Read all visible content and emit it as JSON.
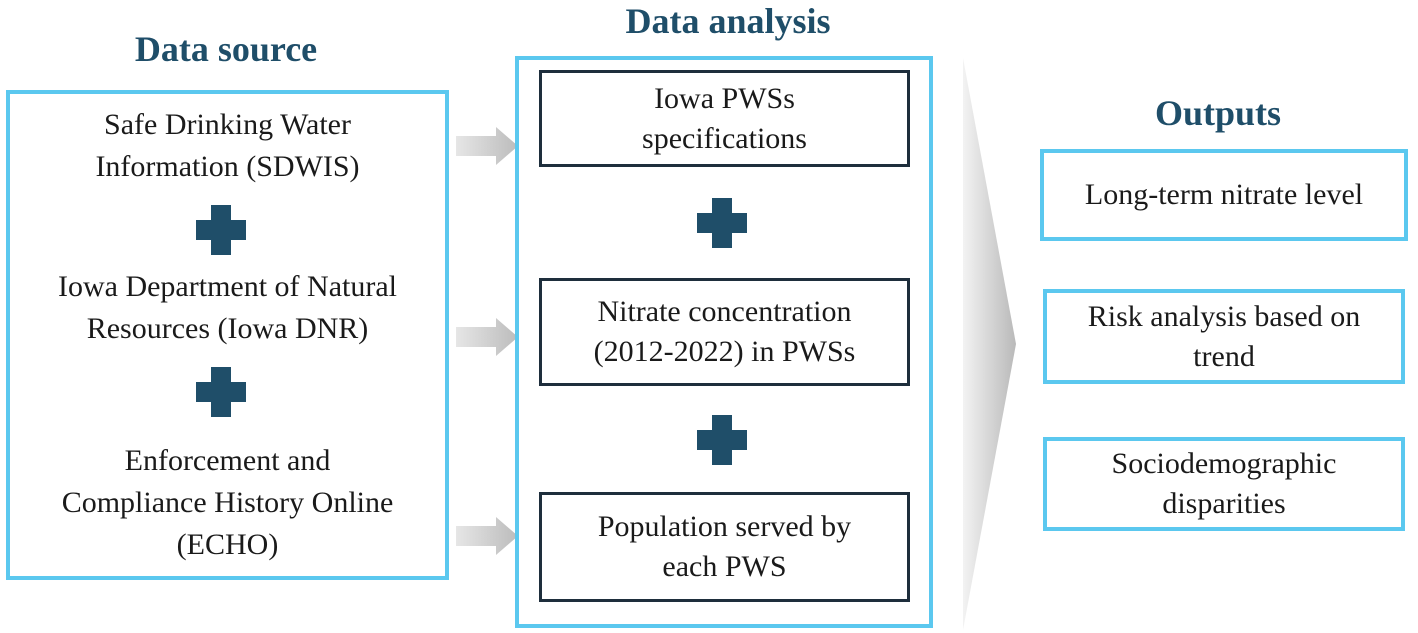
{
  "colors": {
    "heading": "#1f4e69",
    "panel_border": "#5bc8ef",
    "box_border": "#1e2e3c",
    "plus": "#1f4e69",
    "arrow": "#c8c8c8"
  },
  "data_source": {
    "heading": "Data source",
    "items": [
      "Safe Drinking Water\nInformation (SDWIS)",
      "Iowa Department of Natural\nResources (Iowa DNR)",
      "Enforcement and\nCompliance History Online\n(ECHO)"
    ]
  },
  "data_analysis": {
    "heading": "Data analysis",
    "boxes": [
      "Iowa PWSs\nspecifications",
      "Nitrate concentration\n(2012-2022) in PWSs",
      "Population served by\neach PWS"
    ]
  },
  "outputs": {
    "heading": "Outputs",
    "boxes": [
      "Long-term nitrate level",
      "Risk analysis based on\ntrend",
      "Sociodemographic\ndisparities"
    ]
  },
  "icons": {
    "plus": "plus-icon",
    "arrow": "right-arrow-icon",
    "chevron": "large-chevron-arrow-icon"
  }
}
